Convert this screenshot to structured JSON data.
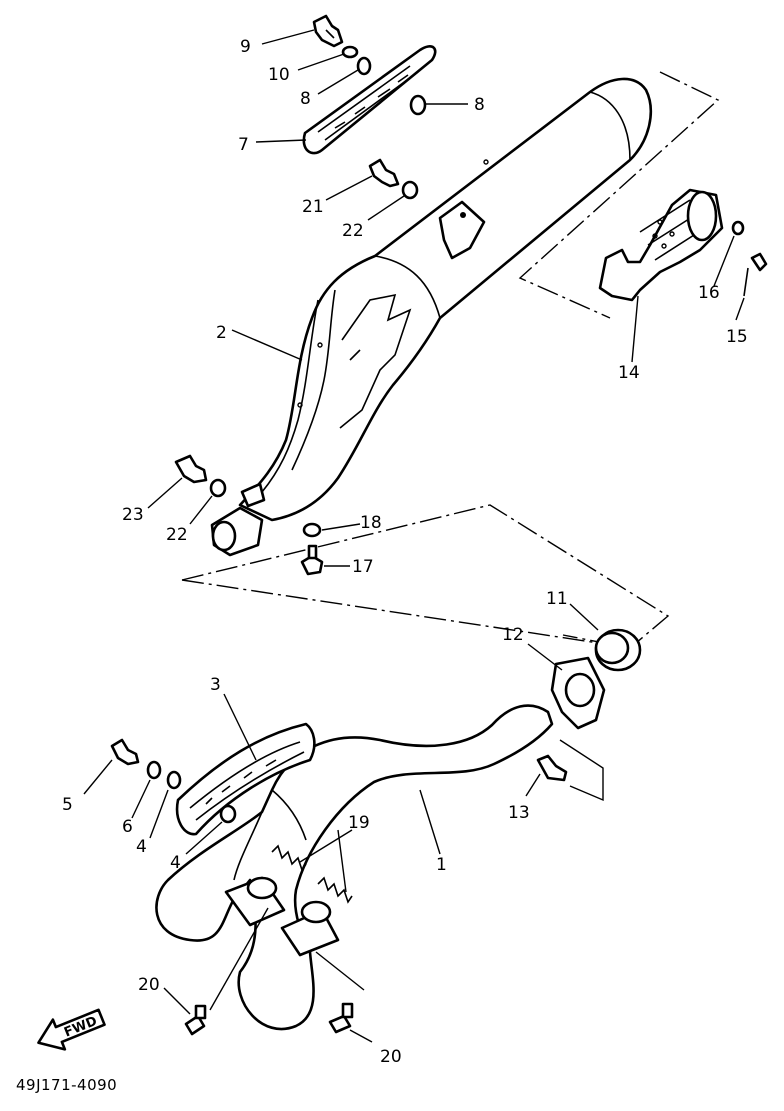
{
  "callouts": {
    "c1": "1",
    "c2": "2",
    "c3": "3",
    "c4a": "4",
    "c4b": "4",
    "c5": "5",
    "c6": "6",
    "c7": "7",
    "c8a": "8",
    "c8b": "8",
    "c9": "9",
    "c10": "10",
    "c11": "11",
    "c12": "12",
    "c13": "13",
    "c14": "14",
    "c15": "15",
    "c16": "16",
    "c17": "17",
    "c18": "18",
    "c19": "19",
    "c20a": "20",
    "c20b": "20",
    "c21": "21",
    "c22a": "22",
    "c22b": "22",
    "c23": "23"
  },
  "direction_label": "FWD",
  "diagram_code": "49J171-4090"
}
